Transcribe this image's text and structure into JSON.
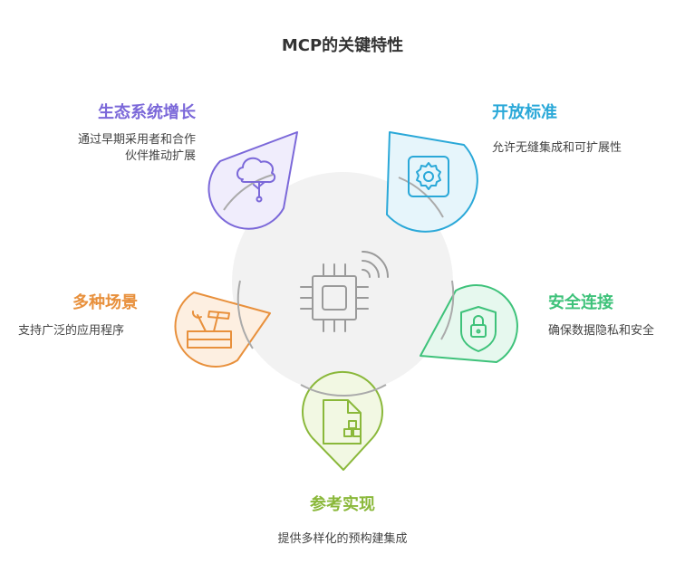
{
  "title": "MCP的关键特性",
  "colors": {
    "purple": "#7b68d9",
    "blue": "#2aa8d8",
    "green": "#3ec27a",
    "olive": "#8ab83a",
    "orange": "#e8903c",
    "hub": "#f2f2f2",
    "icon_gray": "#9a9a9a"
  },
  "features": [
    {
      "key": "ecosystem",
      "title": "生态系统增长",
      "desc_lines": [
        "通过早期采用者和合作",
        "伙伴推动扩展"
      ],
      "icon": "tree-icon",
      "color": "#7b68d9"
    },
    {
      "key": "open-standard",
      "title": "开放标准",
      "desc_lines": [
        "允许无缝集成和可扩展性"
      ],
      "icon": "gear-icon",
      "color": "#2aa8d8"
    },
    {
      "key": "secure-connection",
      "title": "安全连接",
      "desc_lines": [
        "确保数据隐私和安全"
      ],
      "icon": "shield-lock-icon",
      "color": "#3ec27a"
    },
    {
      "key": "reference-impl",
      "title": "参考实现",
      "desc_lines": [
        "提供多样化的预构建集成"
      ],
      "icon": "document-blocks-icon",
      "color": "#8ab83a"
    },
    {
      "key": "scenarios",
      "title": "多种场景",
      "desc_lines": [
        "支持广泛的应用程序"
      ],
      "icon": "toolbox-icon",
      "color": "#e8903c"
    }
  ],
  "hub_icon": "chip-wireless-icon"
}
